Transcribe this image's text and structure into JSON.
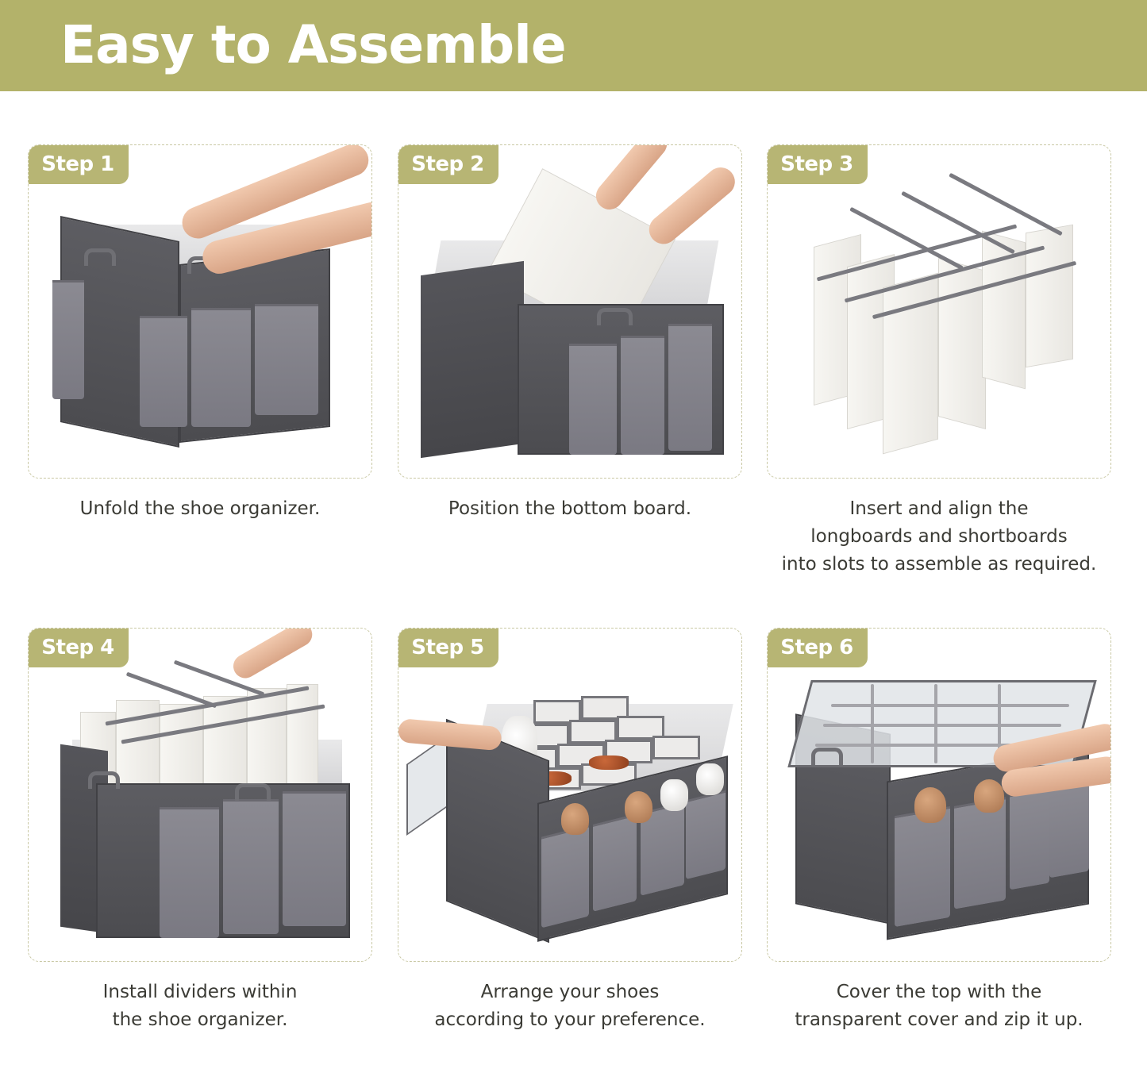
{
  "banner": {
    "title": "Easy to Assemble",
    "background_color": "#b3b26a",
    "text_color": "#ffffff"
  },
  "theme": {
    "tag_color": "#b7b574",
    "card_border_color": "#c9c8a4",
    "caption_color": "#3b3b35"
  },
  "steps": [
    {
      "label": "Step 1",
      "caption_lines": [
        "Unfold the shoe organizer."
      ],
      "illustration": "hands unfolding gray fabric shoe organizer"
    },
    {
      "label": "Step 2",
      "caption_lines": [
        "Position the bottom board."
      ],
      "illustration": "hands placing white bottom board into organizer"
    },
    {
      "label": "Step 3",
      "caption_lines": [
        "Insert and align the",
        "longboards and shortboards",
        "into slots to assemble as required."
      ],
      "illustration": "white divider grid of longboards and shortboards"
    },
    {
      "label": "Step 4",
      "caption_lines": [
        "Install dividers within",
        "the shoe organizer."
      ],
      "illustration": "hand lowering divider grid into organizer"
    },
    {
      "label": "Step 5",
      "caption_lines": [
        "Arrange your shoes",
        "according to your preference."
      ],
      "illustration": "organizer filled with shoes in compartments and side pockets"
    },
    {
      "label": "Step 6",
      "caption_lines": [
        "Cover the top with the",
        "transparent cover and zip it up."
      ],
      "illustration": "hands zipping transparent lid closed"
    }
  ]
}
